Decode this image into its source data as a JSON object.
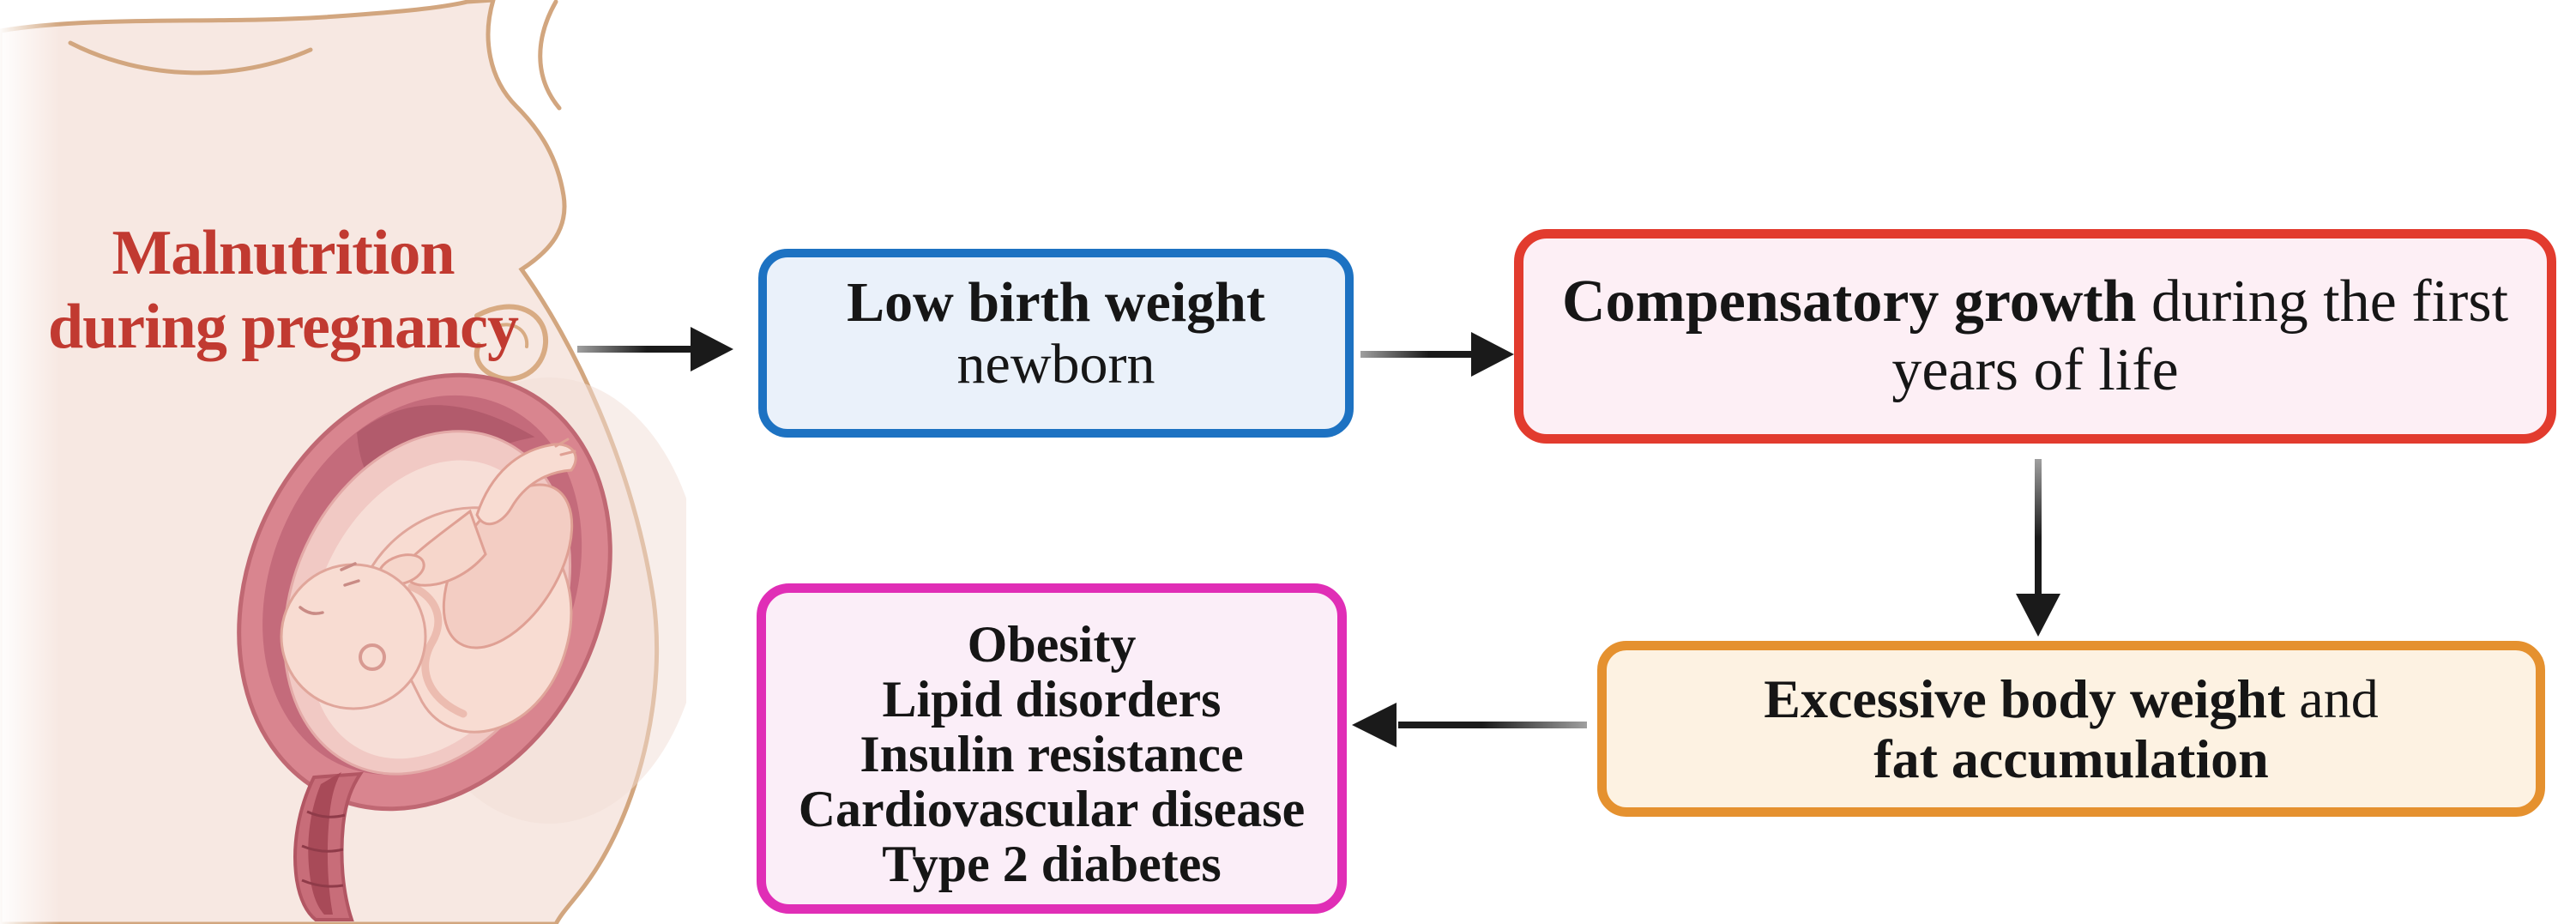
{
  "figure": {
    "label": {
      "line1": "Malnutrition",
      "line2": "during pregnancy",
      "color": "#c13a31"
    },
    "illustration": {
      "name": "pregnant-woman-with-fetus",
      "skin_color": "#f7e8e2",
      "outline_color": "#d2a67f",
      "uterus_color": "#d9858f",
      "fetus_color": "#f8dcd2"
    },
    "boxes": [
      {
        "name": "low-birth-weight",
        "border_color": "#1d72c2",
        "fill_color": "#eaf1fa",
        "lines": [
          {
            "parts": [
              {
                "text": "Low birth weight",
                "bold": true
              }
            ]
          },
          {
            "parts": [
              {
                "text": "newborn",
                "bold": false
              }
            ]
          }
        ]
      },
      {
        "name": "compensatory-growth",
        "border_color": "#e23b2e",
        "fill_color": "#fdeff5",
        "lines": [
          {
            "parts": [
              {
                "text": "Compensatory growth",
                "bold": true
              },
              {
                "text": " during the first",
                "bold": false
              }
            ]
          },
          {
            "parts": [
              {
                "text": "years of life",
                "bold": false
              }
            ]
          }
        ]
      },
      {
        "name": "excessive-body-weight",
        "border_color": "#e5912f",
        "fill_color": "#fdf2e2",
        "lines": [
          {
            "parts": [
              {
                "text": "Excessive body weight",
                "bold": true
              },
              {
                "text": " and",
                "bold": false
              }
            ]
          },
          {
            "parts": [
              {
                "text": "fat accumulation",
                "bold": true
              }
            ]
          }
        ]
      },
      {
        "name": "adult-outcomes",
        "border_color": "#e02eb6",
        "fill_color": "#fbeef8",
        "lines": [
          {
            "parts": [
              {
                "text": "Obesity",
                "bold": true
              }
            ]
          },
          {
            "parts": [
              {
                "text": "Lipid disorders",
                "bold": true
              }
            ]
          },
          {
            "parts": [
              {
                "text": "Insulin resistance",
                "bold": true
              }
            ]
          },
          {
            "parts": [
              {
                "text": "Cardiovascular disease",
                "bold": true
              }
            ]
          },
          {
            "parts": [
              {
                "text": "Type 2 diabetes",
                "bold": true
              }
            ]
          }
        ]
      }
    ],
    "arrows": [
      {
        "name": "arrow-malnutrition-to-low-birth-weight",
        "direction": "right"
      },
      {
        "name": "arrow-low-birth-weight-to-compensatory-growth",
        "direction": "right"
      },
      {
        "name": "arrow-compensatory-growth-to-excessive-weight",
        "direction": "down"
      },
      {
        "name": "arrow-excessive-weight-to-outcomes",
        "direction": "left"
      }
    ],
    "arrow_color": "#1a1a1a"
  }
}
